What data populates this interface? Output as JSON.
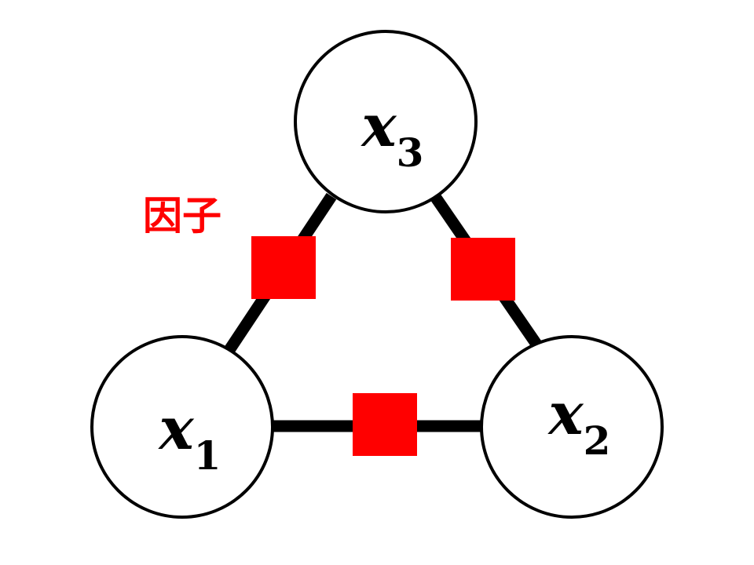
{
  "factor_label": "因子",
  "colors": {
    "edge": "#000000",
    "node_stroke": "#000000",
    "node_fill": "#ffffff",
    "factor": "#ff0000",
    "text": "#000000",
    "label": "#ff0000"
  },
  "variables": [
    {
      "name": "x",
      "sub": "3"
    },
    {
      "name": "x",
      "sub": "1"
    },
    {
      "name": "x",
      "sub": "2"
    }
  ]
}
